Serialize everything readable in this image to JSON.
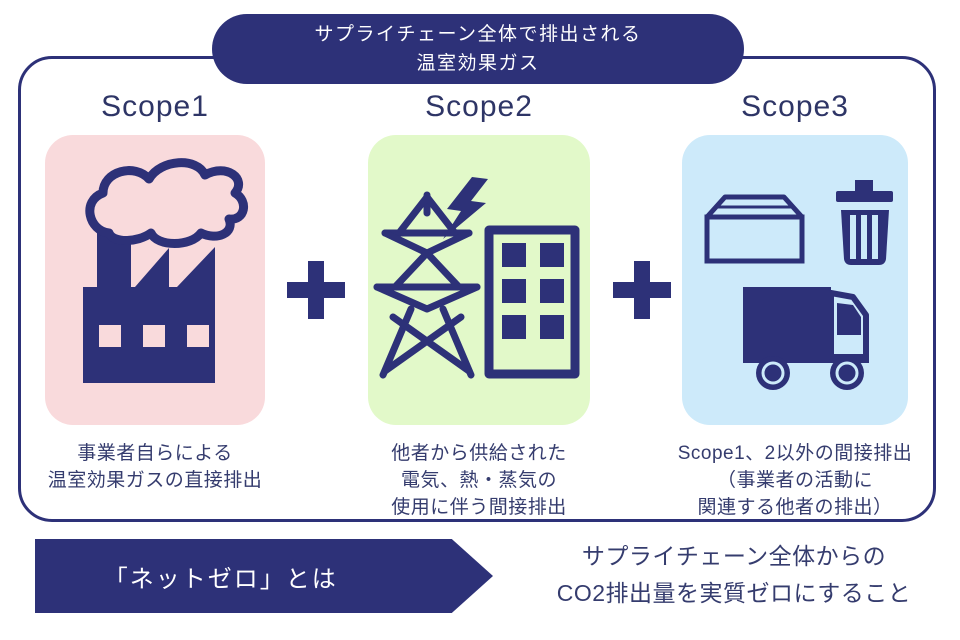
{
  "colors": {
    "navy": "#2d3178",
    "pink_box": "#f9dadc",
    "green_box": "#e2f9c9",
    "blue_box": "#cdeafa",
    "text": "#353c6e",
    "banner_text": "#ffffff"
  },
  "banner": {
    "line1": "サプライチェーン全体で排出される",
    "line2": "温室効果ガス"
  },
  "plus_symbol": "+",
  "scopes": [
    {
      "title": "Scope1",
      "icon": "factory-smoke-icon",
      "box_color": "#f9dadc",
      "caption_lines": [
        "事業者自らによる",
        "温室効果ガスの直接排出",
        ""
      ]
    },
    {
      "title": "Scope2",
      "icon": "power-tower-building-icon",
      "box_color": "#e2f9c9",
      "caption_lines": [
        "他者から供給された",
        "電気、熱・蒸気の",
        "使用に伴う間接排出"
      ]
    },
    {
      "title": "Scope3",
      "icon": "package-trash-truck-icon",
      "box_color": "#cdeafa",
      "caption_lines": [
        "Scope1、2以外の間接排出",
        "（事業者の活動に",
        "関連する他者の排出）"
      ]
    }
  ],
  "footer": {
    "arrow_label": "「ネットゼロ」とは",
    "definition_line1": "サプライチェーン全体からの",
    "definition_line2": "CO2排出量を実質ゼロにすること"
  }
}
